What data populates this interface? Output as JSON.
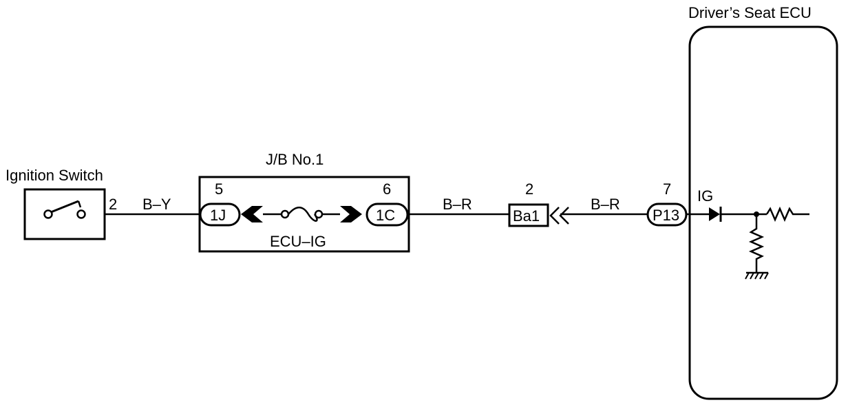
{
  "ignition_switch": {
    "title": "Ignition Switch",
    "pin": "2"
  },
  "junction_block": {
    "title": "J/B No.1",
    "fuse_name": "ECU–IG",
    "left_connector": {
      "pin": "5",
      "id": "1J"
    },
    "right_connector": {
      "pin": "6",
      "id": "1C"
    }
  },
  "wires": {
    "switch_to_jb": "B–Y",
    "jb_to_ba1": "B–R",
    "ba1_to_ecu": "B–R"
  },
  "splice_connector": {
    "pin": "2",
    "id": "Ba1"
  },
  "ecu": {
    "title": "Driver’s Seat ECU",
    "connector": {
      "pin": "7",
      "id": "P13"
    },
    "input_label": "IG"
  }
}
